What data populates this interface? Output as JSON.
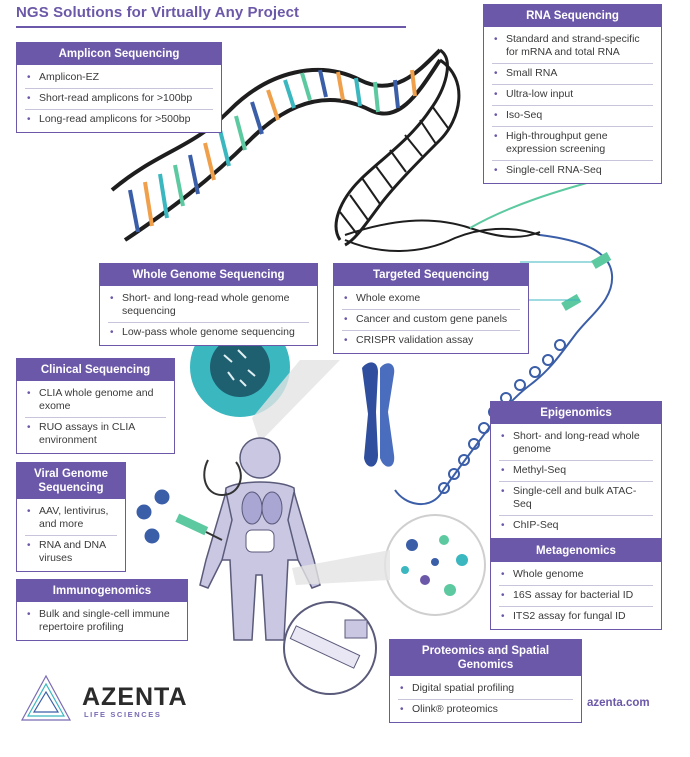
{
  "title": "NGS Solutions for Virtually Any Project",
  "boxes": {
    "rna": {
      "header": "RNA Sequencing",
      "items": [
        "Standard and strand-specific for mRNA and total RNA",
        "Small RNA",
        "Ultra-low input",
        "Iso-Seq",
        "High-throughput gene expression screening",
        "Single-cell RNA-Seq"
      ]
    },
    "amplicon": {
      "header": "Amplicon Sequencing",
      "items": [
        "Amplicon-EZ",
        "Short-read amplicons for >100bp",
        "Long-read amplicons for >500bp"
      ]
    },
    "wgs": {
      "header": "Whole Genome Sequencing",
      "items": [
        "Short- and long-read whole genome sequencing",
        "Low-pass whole genome sequencing"
      ]
    },
    "targeted": {
      "header": "Targeted Sequencing",
      "items": [
        "Whole exome",
        "Cancer and custom gene panels",
        "CRISPR validation assay"
      ]
    },
    "clinical": {
      "header": "Clinical Sequencing",
      "items": [
        "CLIA whole genome and exome",
        "RUO assays in CLIA environment"
      ]
    },
    "viral": {
      "header": "Viral Genome Sequencing",
      "items": [
        "AAV, lentivirus, and more",
        "RNA and DNA viruses"
      ]
    },
    "epigenomics": {
      "header": "Epigenomics",
      "items": [
        "Short- and long-read whole genome",
        "Methyl-Seq",
        "Single-cell and bulk ATAC-Seq",
        "ChIP-Seq"
      ]
    },
    "metagenomics": {
      "header": "Metagenomics",
      "items": [
        "Whole genome",
        "16S assay for bacterial ID",
        "ITS2 assay for fungal ID"
      ]
    },
    "immunogenomics": {
      "header": "Immunogenomics",
      "items": [
        "Bulk and single-cell immune repertoire profiling"
      ]
    },
    "proteomics": {
      "header": "Proteomics and Spatial Genomics",
      "items": [
        "Digital spatial profiling",
        "Olink® proteomics"
      ]
    }
  },
  "logo": {
    "name": "AZENTA",
    "sub": "LIFE SCIENCES"
  },
  "url": "azenta.com",
  "colors": {
    "accent": "#6c58a8",
    "teal": "#3bb7c0",
    "orange": "#f0a04a",
    "blue": "#3b5ea8",
    "green": "#5cc9a0"
  }
}
